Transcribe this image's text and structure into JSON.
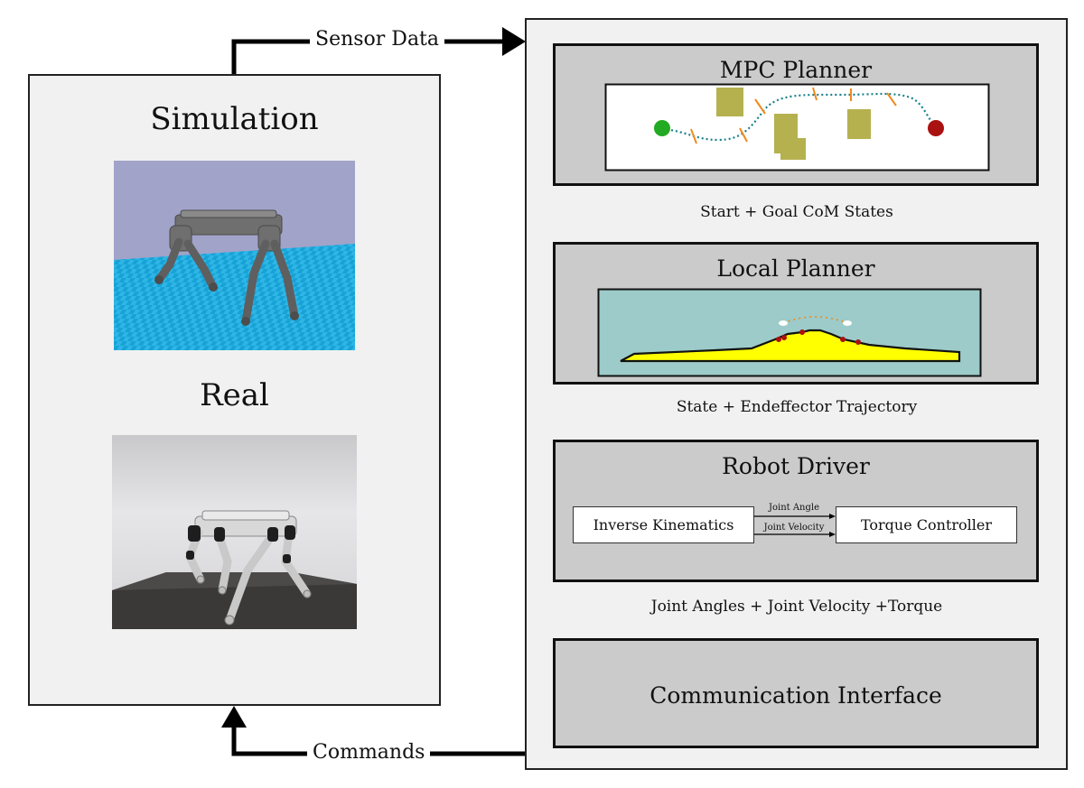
{
  "edges": {
    "sensor_data": "Sensor Data",
    "commands": "Commands"
  },
  "left_panel": {
    "simulation_label": "Simulation",
    "real_label": "Real"
  },
  "modules": {
    "mpc_planner": {
      "title": "MPC Planner"
    },
    "local_planner": {
      "title": "Local Planner"
    },
    "robot_driver": {
      "title": "Robot Driver",
      "inverse_kinematics": "Inverse Kinematics",
      "torque_controller": "Torque Controller",
      "joint_angle": "Joint Angle",
      "joint_velocity": "Joint Velocity"
    },
    "communication_interface": {
      "title": "Communication Interface"
    }
  },
  "flows": {
    "mpc_to_local": "Start + Goal CoM States",
    "local_to_driver": "State + Endeffector Trajectory",
    "driver_to_comm": "Joint Angles + Joint Velocity +Torque"
  },
  "colors": {
    "panel_bg": "#f1f1f1",
    "module_bg": "#cbcbcb",
    "start_marker": "#22aa22",
    "goal_marker": "#aa1111",
    "obstacle": "#b5b14f",
    "path": "#17808a",
    "terrain": "#ffff00",
    "terrain_sky": "#9ccbc9",
    "sim_sky": "#a1a3c9",
    "sim_floor": "#2fb6e6"
  }
}
